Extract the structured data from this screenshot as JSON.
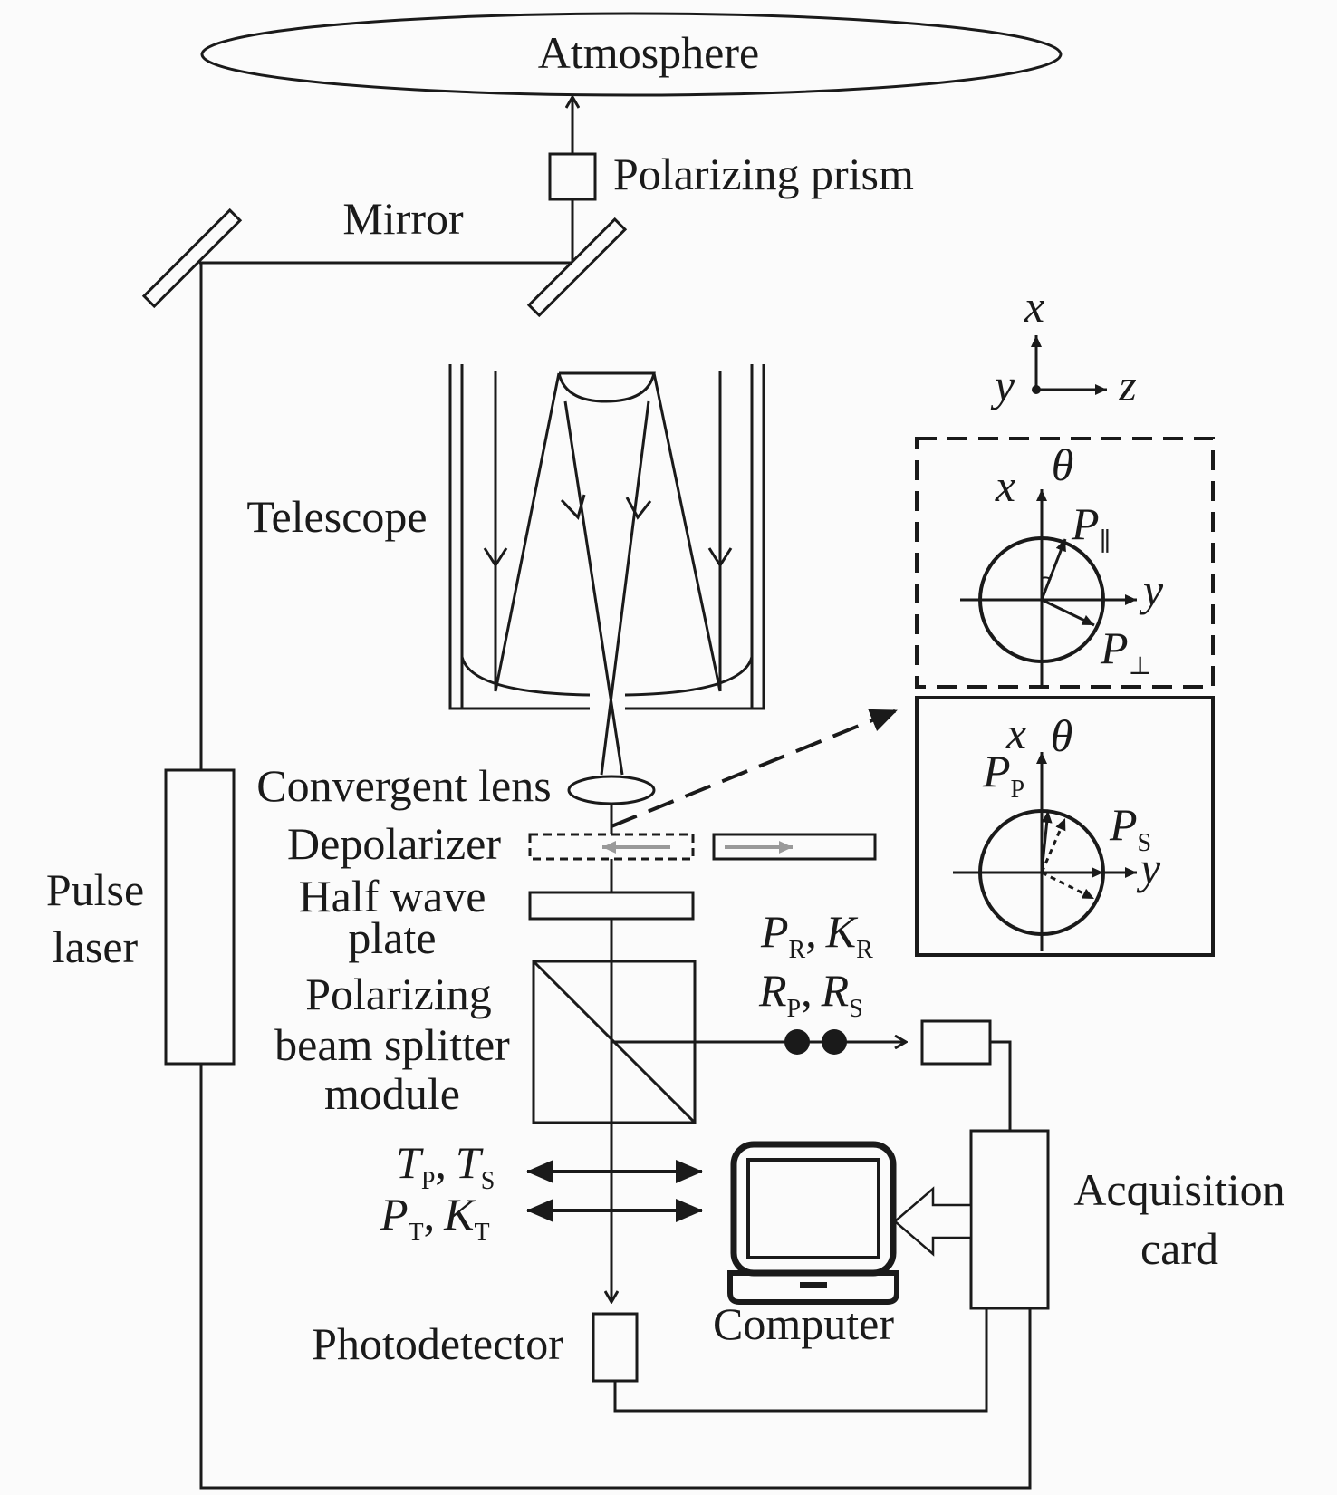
{
  "labels": {
    "atmosphere": "Atmosphere",
    "polarizing_prism": "Polarizing prism",
    "mirror": "Mirror",
    "telescope": "Telescope",
    "convergent_lens": "Convergent lens",
    "depolarizer": "Depolarizer",
    "half_wave_line1": "Half wave",
    "half_wave_line2": "plate",
    "pbs_line1": "Polarizing",
    "pbs_line2": "beam splitter",
    "pbs_line3": "module",
    "pulse_line1": "Pulse",
    "pulse_line2": "laser",
    "photodetector": "Photodetector",
    "computer": "Computer",
    "acq_line1": "Acquisition",
    "acq_line2": "card"
  },
  "axes": {
    "x": "x",
    "y": "y",
    "z": "z",
    "theta": "θ"
  },
  "vectors": {
    "P": "P",
    "R": "R",
    "T": "T",
    "K": "K",
    "sub_parallel": "∥",
    "sub_perp": "⊥",
    "sub_P": "P",
    "sub_S": "S",
    "sub_R": "R",
    "sub_T": "T",
    "comma": ","
  }
}
